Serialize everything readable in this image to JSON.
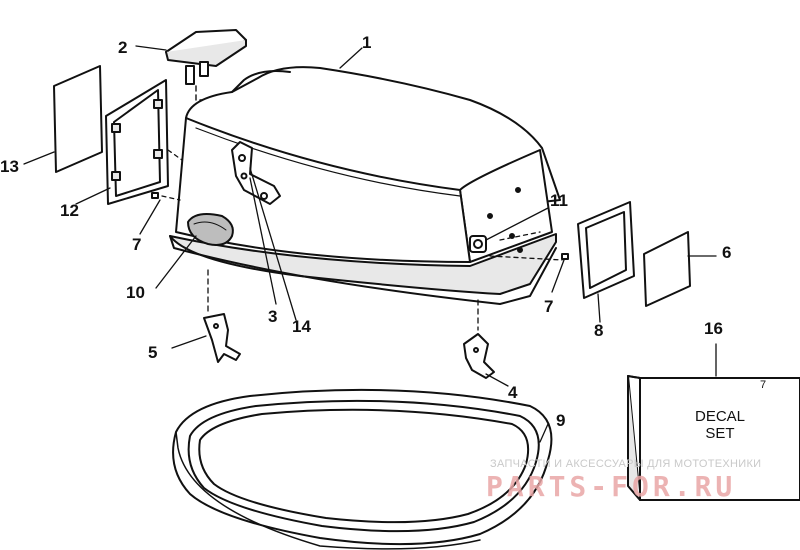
{
  "callouts": {
    "p1": "1",
    "p2": "2",
    "p3": "3",
    "p4": "4",
    "p5": "5",
    "p6": "6",
    "p7a": "7",
    "p7b": "7",
    "p8": "8",
    "p9": "9",
    "p10": "10",
    "p11": "11",
    "p12": "12",
    "p13": "13",
    "p14": "14",
    "p16": "16"
  },
  "decal_box": {
    "line1": "DECAL",
    "line2": "SET",
    "mark": "7"
  },
  "watermark": {
    "caption": "ЗАПЧАСТИ И АКСЕССУАРЫ ДЛЯ МОТОТЕХНИКИ",
    "logo": "PARTS-FOR.RU"
  },
  "colors": {
    "ink": "#111111",
    "shade": "#e8e8e8",
    "watermark_red": "#e9a6a6",
    "watermark_grey": "#c9c9c9"
  }
}
